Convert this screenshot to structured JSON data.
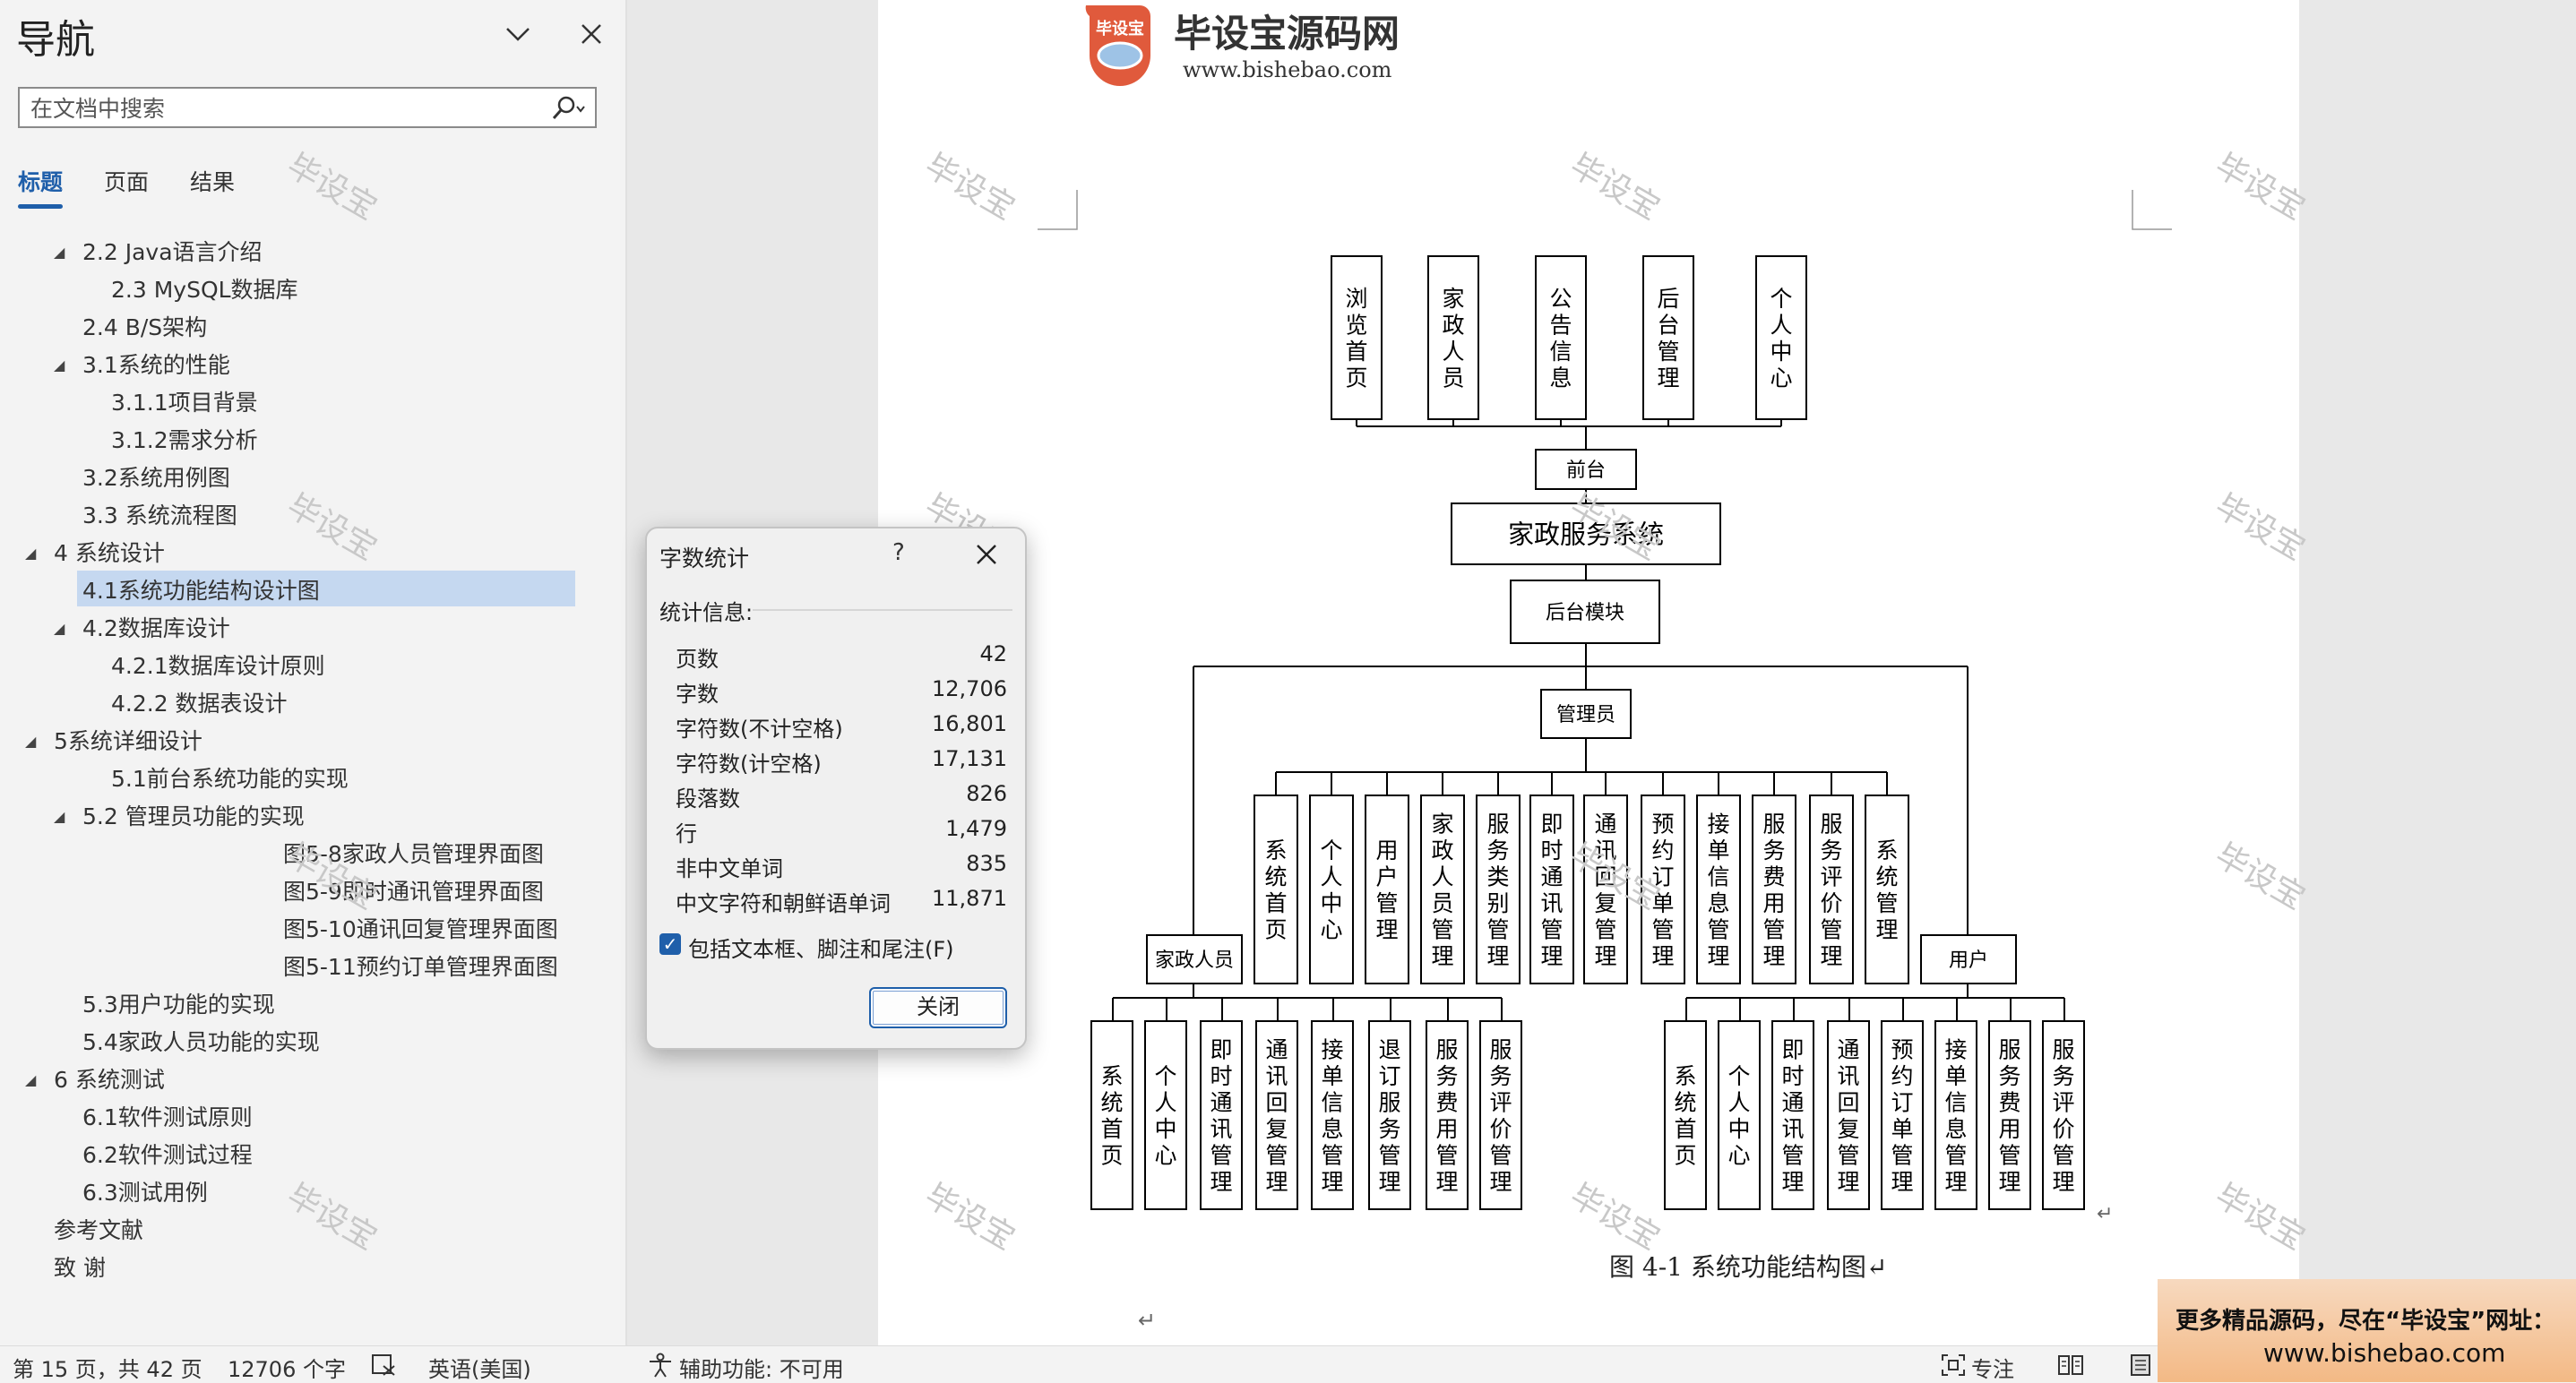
{
  "nav": {
    "title": "导航",
    "search_placeholder": "在文档中搜索",
    "tabs": [
      {
        "label": "标题",
        "active": true
      },
      {
        "label": "页面",
        "active": false
      },
      {
        "label": "结果",
        "active": false
      }
    ],
    "items": [
      {
        "label": "2.2 Java语言介绍",
        "level": 2,
        "expanded": true
      },
      {
        "label": "2.3 MySQL数据库",
        "level": 3
      },
      {
        "label": "2.4 B/S架构",
        "level": 2
      },
      {
        "label": "3.1系统的性能",
        "level": 2,
        "expanded": true
      },
      {
        "label": "3.1.1项目背景",
        "level": 3
      },
      {
        "label": "3.1.2需求分析",
        "level": 3
      },
      {
        "label": "3.2系统用例图",
        "level": 2
      },
      {
        "label": "3.3 系统流程图",
        "level": 2
      },
      {
        "label": "4 系统设计",
        "level": 1,
        "expanded": true
      },
      {
        "label": "4.1系统功能结构设计图",
        "level": 2,
        "selected": true
      },
      {
        "label": "4.2数据库设计",
        "level": 2,
        "expanded": true
      },
      {
        "label": "4.2.1数据库设计原则",
        "level": 3
      },
      {
        "label": "4.2.2  数据表设计",
        "level": 3
      },
      {
        "label": "5系统详细设计",
        "level": 1,
        "expanded": true
      },
      {
        "label": "5.1前台系统功能的实现",
        "level": 3
      },
      {
        "label": "5.2 管理员功能的实现",
        "level": 2,
        "expanded": true
      },
      {
        "label": "图5-8家政人员管理界面图",
        "level": 4
      },
      {
        "label": "图5-9即时通讯管理界面图",
        "level": 4
      },
      {
        "label": "图5-10通讯回复管理界面图",
        "level": 4
      },
      {
        "label": "图5-11预约订单管理界面图",
        "level": 4
      },
      {
        "label": "5.3用户功能的实现",
        "level": 2
      },
      {
        "label": "5.4家政人员功能的实现",
        "level": 2
      },
      {
        "label": "6 系统测试",
        "level": 1,
        "expanded": true
      },
      {
        "label": "6.1软件测试原则",
        "level": 2
      },
      {
        "label": "6.2软件测试过程",
        "level": 2
      },
      {
        "label": "6.3测试用例",
        "level": 2
      },
      {
        "label": "参考文献",
        "level": 1
      },
      {
        "label": "致  谢",
        "level": 1
      }
    ]
  },
  "document": {
    "logo_badge": "毕设宝",
    "logo_title": "毕设宝源码网",
    "logo_url": "www.bishebao.com",
    "watermark": "毕设宝",
    "figure_caption": "图  4-1 系统功能结构图↵",
    "diagram": {
      "front_modules": [
        "浏览首页",
        "家政人员",
        "公告信息",
        "后台管理",
        "个人中心"
      ],
      "front_node": "前台",
      "root": "家政服务系统",
      "backend_node": "后台模块",
      "admin_node": "管理员",
      "admin_modules": [
        "系统首页",
        "个人中心",
        "用户管理",
        "家政人员管理",
        "服务类别管理",
        "即时通讯管理",
        "通讯回复管理",
        "预约订单管理",
        "接单信息管理",
        "服务费用管理",
        "服务评价管理",
        "系统管理"
      ],
      "staff_node": "家政人员",
      "staff_modules": [
        "系统首页",
        "个人中心",
        "即时通讯管理",
        "通讯回复管理",
        "接单信息管理",
        "退订服务管理",
        "服务费用管理",
        "服务评价管理"
      ],
      "user_node": "用户",
      "user_modules": [
        "系统首页",
        "个人中心",
        "即时通讯管理",
        "通讯回复管理",
        "预约订单管理",
        "接单信息管理",
        "服务费用管理",
        "服务评价管理"
      ]
    }
  },
  "dialog": {
    "title": "字数统计",
    "help": "?",
    "stats_heading": "统计信息:",
    "stats": [
      {
        "label": "页数",
        "value": "42"
      },
      {
        "label": "字数",
        "value": "12,706"
      },
      {
        "label": "字符数(不计空格)",
        "value": "16,801"
      },
      {
        "label": "字符数(计空格)",
        "value": "17,131"
      },
      {
        "label": "段落数",
        "value": "826"
      },
      {
        "label": "行",
        "value": "1,479"
      },
      {
        "label": "非中文单词",
        "value": "835"
      },
      {
        "label": "中文字符和朝鲜语单词",
        "value": "11,871"
      }
    ],
    "include_label": "包括文本框、脚注和尾注(F)",
    "include_checked": true,
    "close_label": "关闭"
  },
  "status_bar": {
    "page": "第 15 页，共 42 页",
    "word_count": "12706 个字",
    "language": "英语(美国)",
    "accessibility": "辅助功能: 不可用",
    "focus": "专注"
  },
  "ad": {
    "line1": "更多精品源码，尽在“毕设宝”网址：",
    "line2": "www.bishebao.com"
  },
  "colors": {
    "accent": "#1f5faa",
    "selected_bg": "#c5d8f0",
    "logo_red": "#e05a3c"
  }
}
